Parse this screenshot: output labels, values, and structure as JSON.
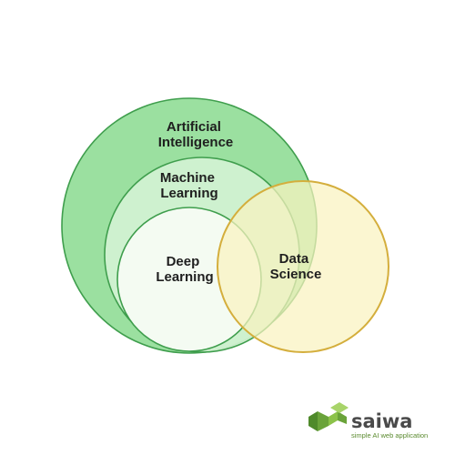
{
  "diagram": {
    "circles": {
      "ai": {
        "label_lines": [
          "Artificial",
          "Intelligence"
        ]
      },
      "ml": {
        "label_lines": [
          "Machine",
          "Learning"
        ]
      },
      "dl": {
        "label_lines": [
          "Deep",
          "Learning"
        ]
      },
      "ds": {
        "label_lines": [
          "Data",
          "Science"
        ]
      }
    },
    "colors": {
      "ai_fill": "#9be0a0",
      "ai_stroke": "#3f9e4d",
      "ml_fill": "#d3f2d3",
      "ml_stroke": "#3f9e4d",
      "dl_fill": "#f4fbf2",
      "dl_stroke": "#3f9e4d",
      "ds_fill": "#faf3bf",
      "ds_stroke": "#d4ae3c"
    }
  },
  "logo": {
    "name": "saiwa",
    "tagline": "simple AI web application",
    "color_dark": "#4a4a4a",
    "color_green": "#6aa33a"
  }
}
